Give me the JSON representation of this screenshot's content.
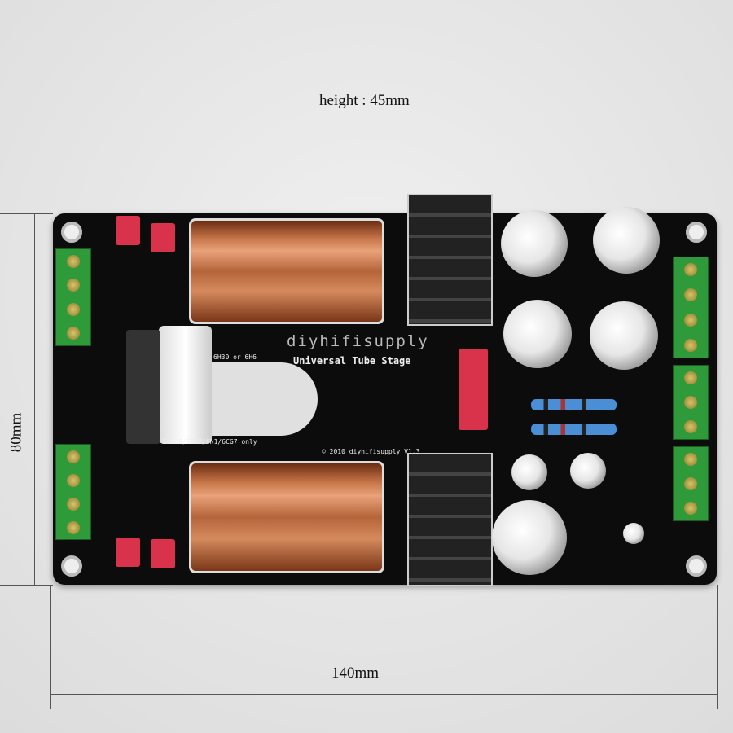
{
  "dimensions": {
    "height_label": "height : 45mm",
    "depth_label": "80mm",
    "width_label": "140mm"
  },
  "board_silkscreen": {
    "brand": "diyhifisupply",
    "product": "Universal Tube Stage",
    "tube_note": "6H30 or 6H6",
    "tube_note2": "ECC88/6922/6N1/6CG7 only",
    "copyright": "© 2010 diyhifisupply V1.3"
  },
  "colors": {
    "background": "#e4e4e4",
    "pcb": "#0c0c0c",
    "terminal": "#2f9a3a",
    "coil_copper": "#c8774a",
    "film_cap": "#d8334a",
    "resistor": "#4a8fd6"
  }
}
